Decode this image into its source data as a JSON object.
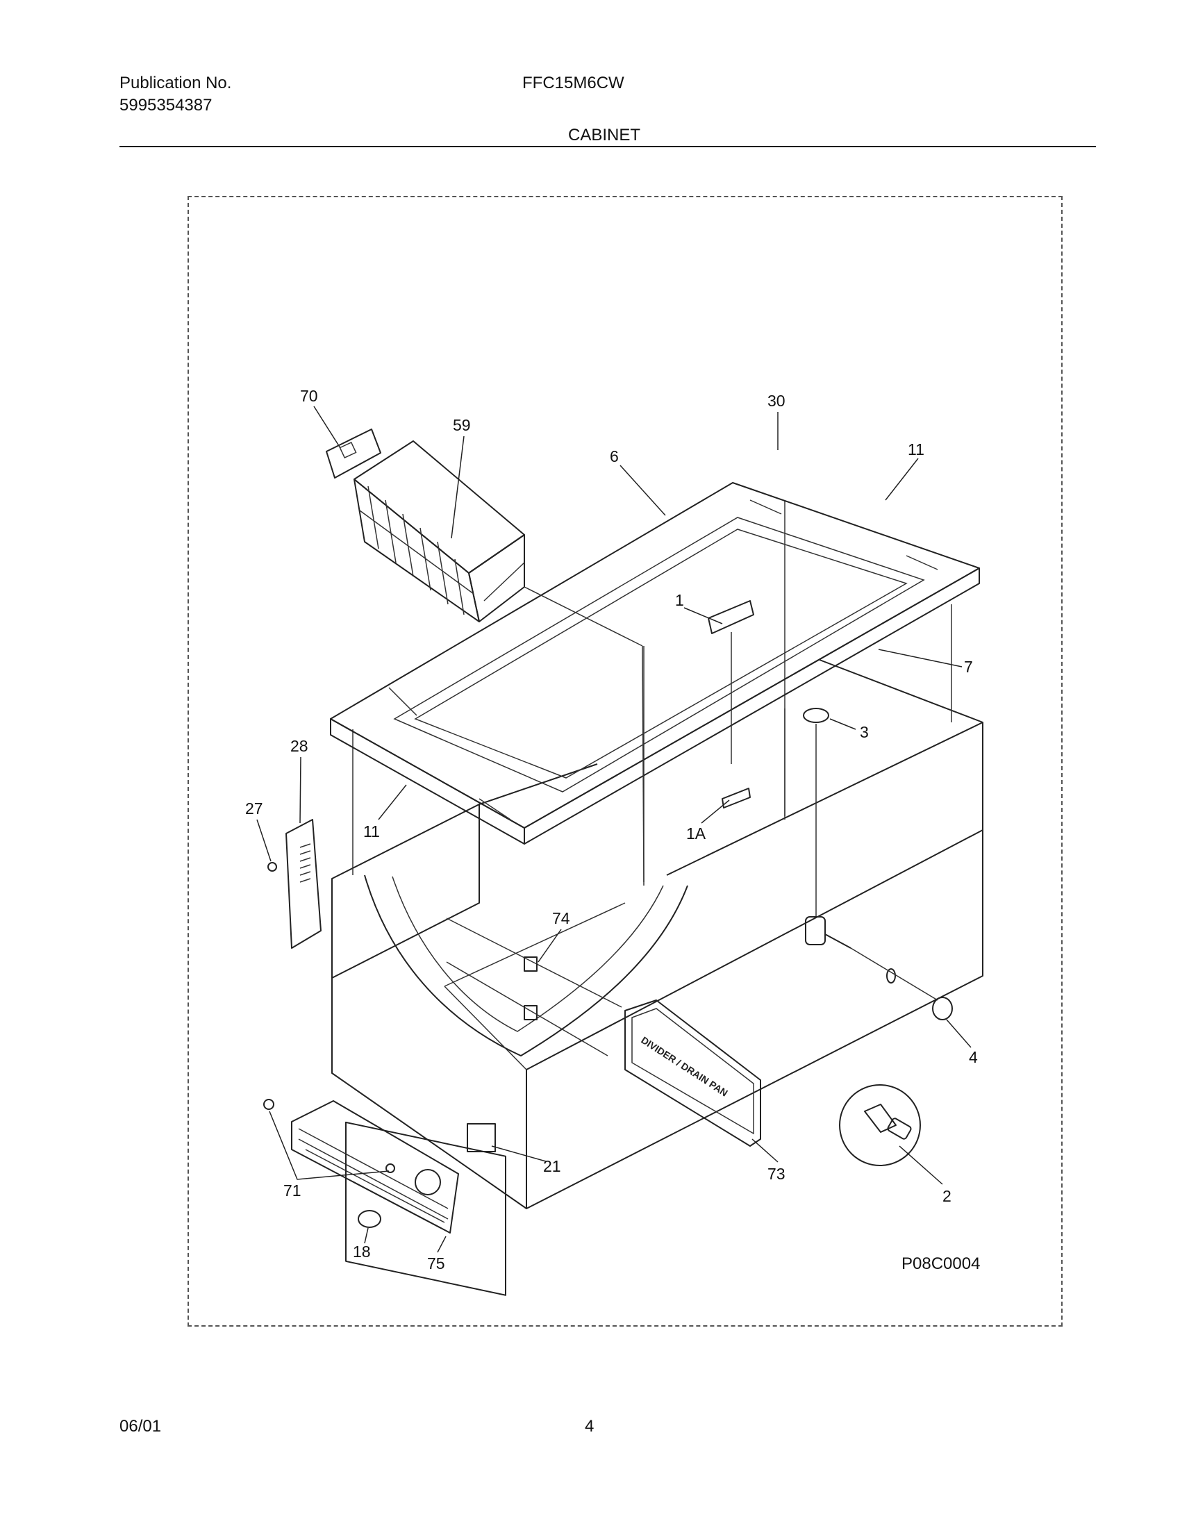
{
  "header": {
    "publication_label": "Publication No.",
    "publication_number": "5995354387",
    "model": "FFC15M6CW",
    "section": "CABINET"
  },
  "diagram": {
    "code": "P08C0004",
    "drain_pan_label": "DIVIDER / DRAIN PAN",
    "callouts": {
      "c70": "70",
      "c59": "59",
      "c6": "6",
      "c30": "30",
      "c11a": "11",
      "c1": "1",
      "c7": "7",
      "c3": "3",
      "c28": "28",
      "c27": "27",
      "c11b": "11",
      "c1a": "1A",
      "c74": "74",
      "c4": "4",
      "c21": "21",
      "c73": "73",
      "c2": "2",
      "c71": "71",
      "c18": "18",
      "c75": "75"
    }
  },
  "footer": {
    "date": "06/01",
    "page": "4"
  }
}
